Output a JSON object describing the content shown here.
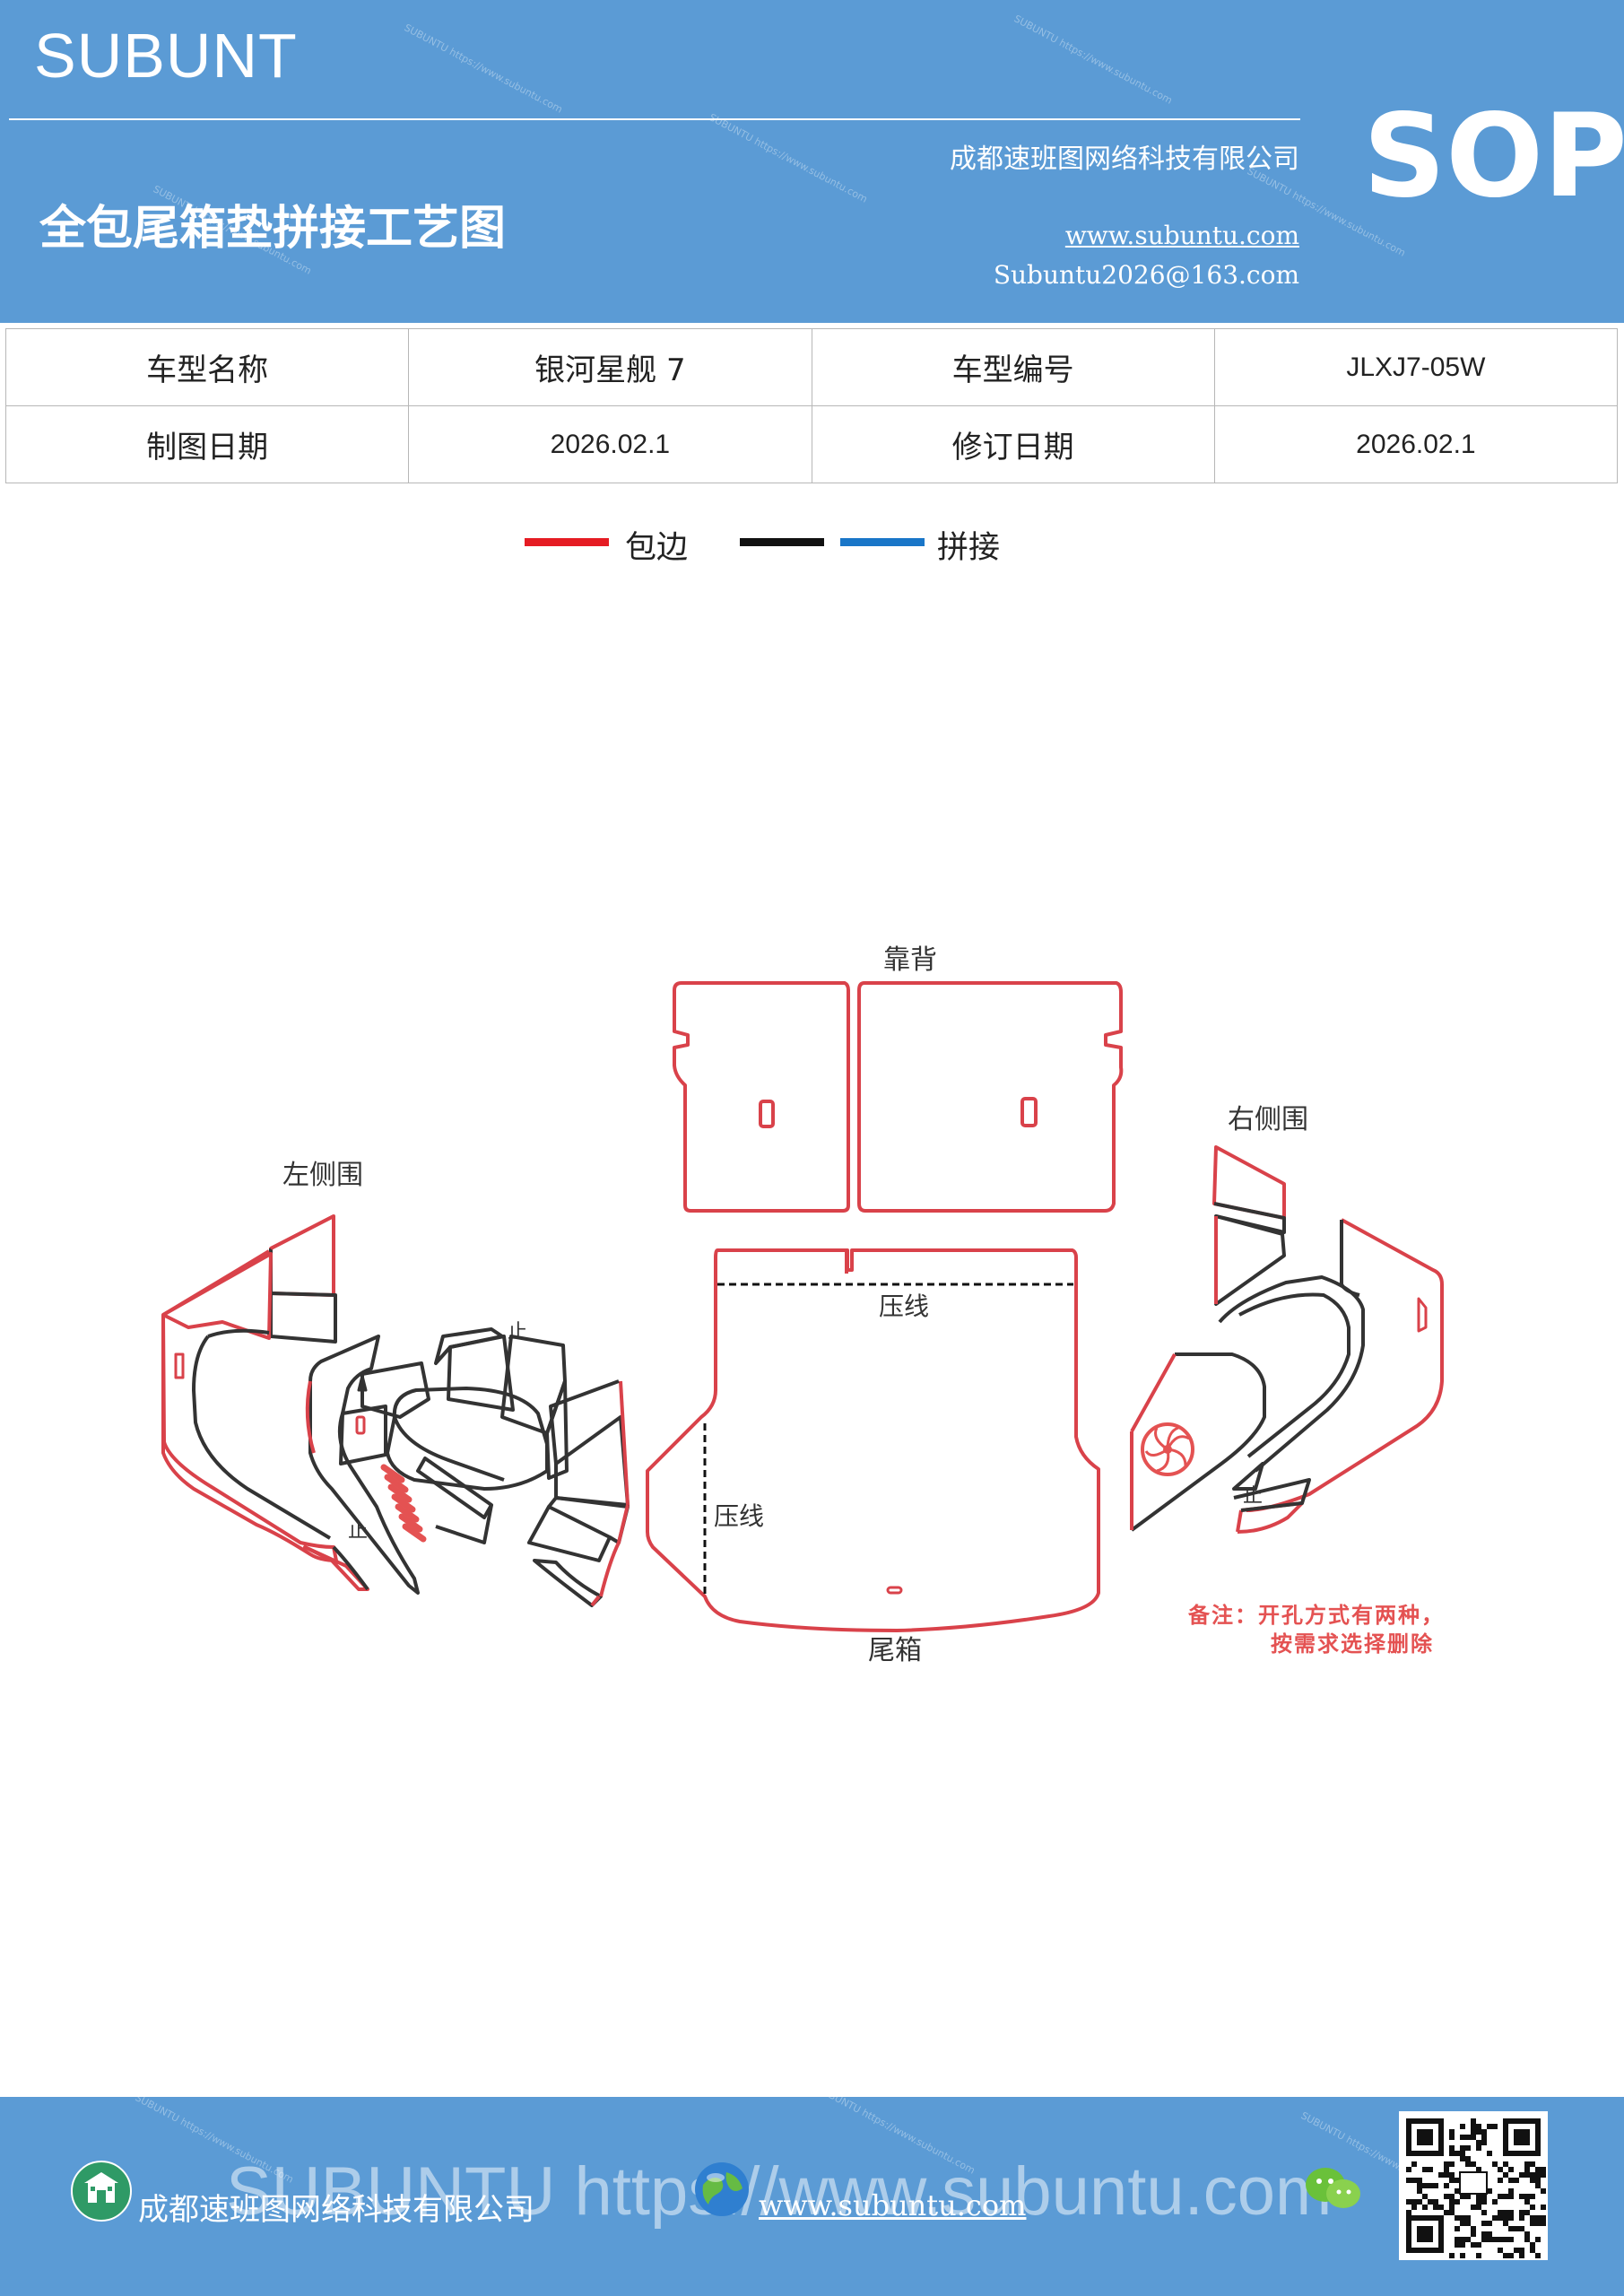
{
  "header": {
    "brand": "SUBUNT",
    "title": "全包尾箱垫拼接工艺图",
    "company": "成都速班图网络科技有限公司",
    "website": "www.subuntu.com",
    "email": "Subuntu2026@163.com",
    "badge": "SOP",
    "watermark_text": "SUBUNTU https://www.subuntu.com"
  },
  "info_table": {
    "model_name_label": "车型名称",
    "model_name_value": "银河星舰 7",
    "model_code_label": "车型编号",
    "model_code_value": "JLXJ7-05W",
    "draw_date_label": "制图日期",
    "draw_date_value": "2026.02.1",
    "revise_date_label": "修订日期",
    "revise_date_value": "2026.02.1"
  },
  "legend": {
    "edging_label": "包边",
    "splice_label": "拼接",
    "colors": {
      "edging": "#e51c23",
      "black": "#111111",
      "splice": "#1976c8"
    }
  },
  "diagram": {
    "backrest_label": "靠背",
    "left_side_label": "左侧围",
    "right_side_label": "右侧围",
    "trunk_label": "尾箱",
    "press_line_top": "压线",
    "press_line_left": "压线",
    "stop_mark": "止",
    "colors": {
      "edge": "#d9424a",
      "seam": "#333333"
    }
  },
  "note": {
    "line1": "备注：开孔方式有两种，",
    "line2": "按需求选择删除"
  },
  "footer": {
    "company": "成都速班图网络科技有限公司",
    "website": "www.subuntu.com",
    "big_text": "SUBUNTU https://www.subuntu.com"
  }
}
